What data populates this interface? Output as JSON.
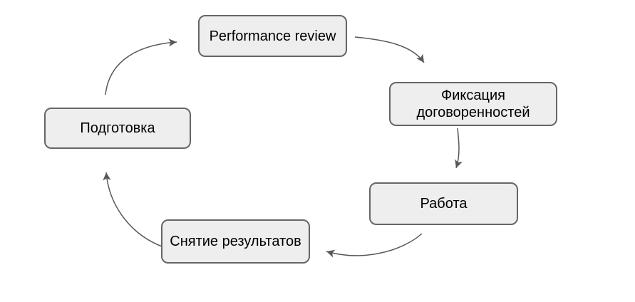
{
  "diagram": {
    "title": "",
    "type": "cycle",
    "nodes": [
      {
        "id": "performance-review",
        "label": "Performance review"
      },
      {
        "id": "fixation",
        "label": "Фиксация договоренностей"
      },
      {
        "id": "work",
        "label": "Работа"
      },
      {
        "id": "results",
        "label": "Снятие результатов"
      },
      {
        "id": "preparation",
        "label": "Подготовка"
      }
    ],
    "edges": [
      {
        "from": "Подготовка",
        "to": "Performance review"
      },
      {
        "from": "Performance review",
        "to": "Фиксация договоренностей"
      },
      {
        "from": "Фиксация договоренностей",
        "to": "Работа"
      },
      {
        "from": "Работа",
        "to": "Снятие результатов"
      },
      {
        "from": "Снятие результатов",
        "to": "Подготовка"
      }
    ],
    "colors": {
      "node_fill": "#eeeeee",
      "node_border": "#666666",
      "arrow": "#595959",
      "text": "#000000",
      "background": "#ffffff"
    }
  }
}
